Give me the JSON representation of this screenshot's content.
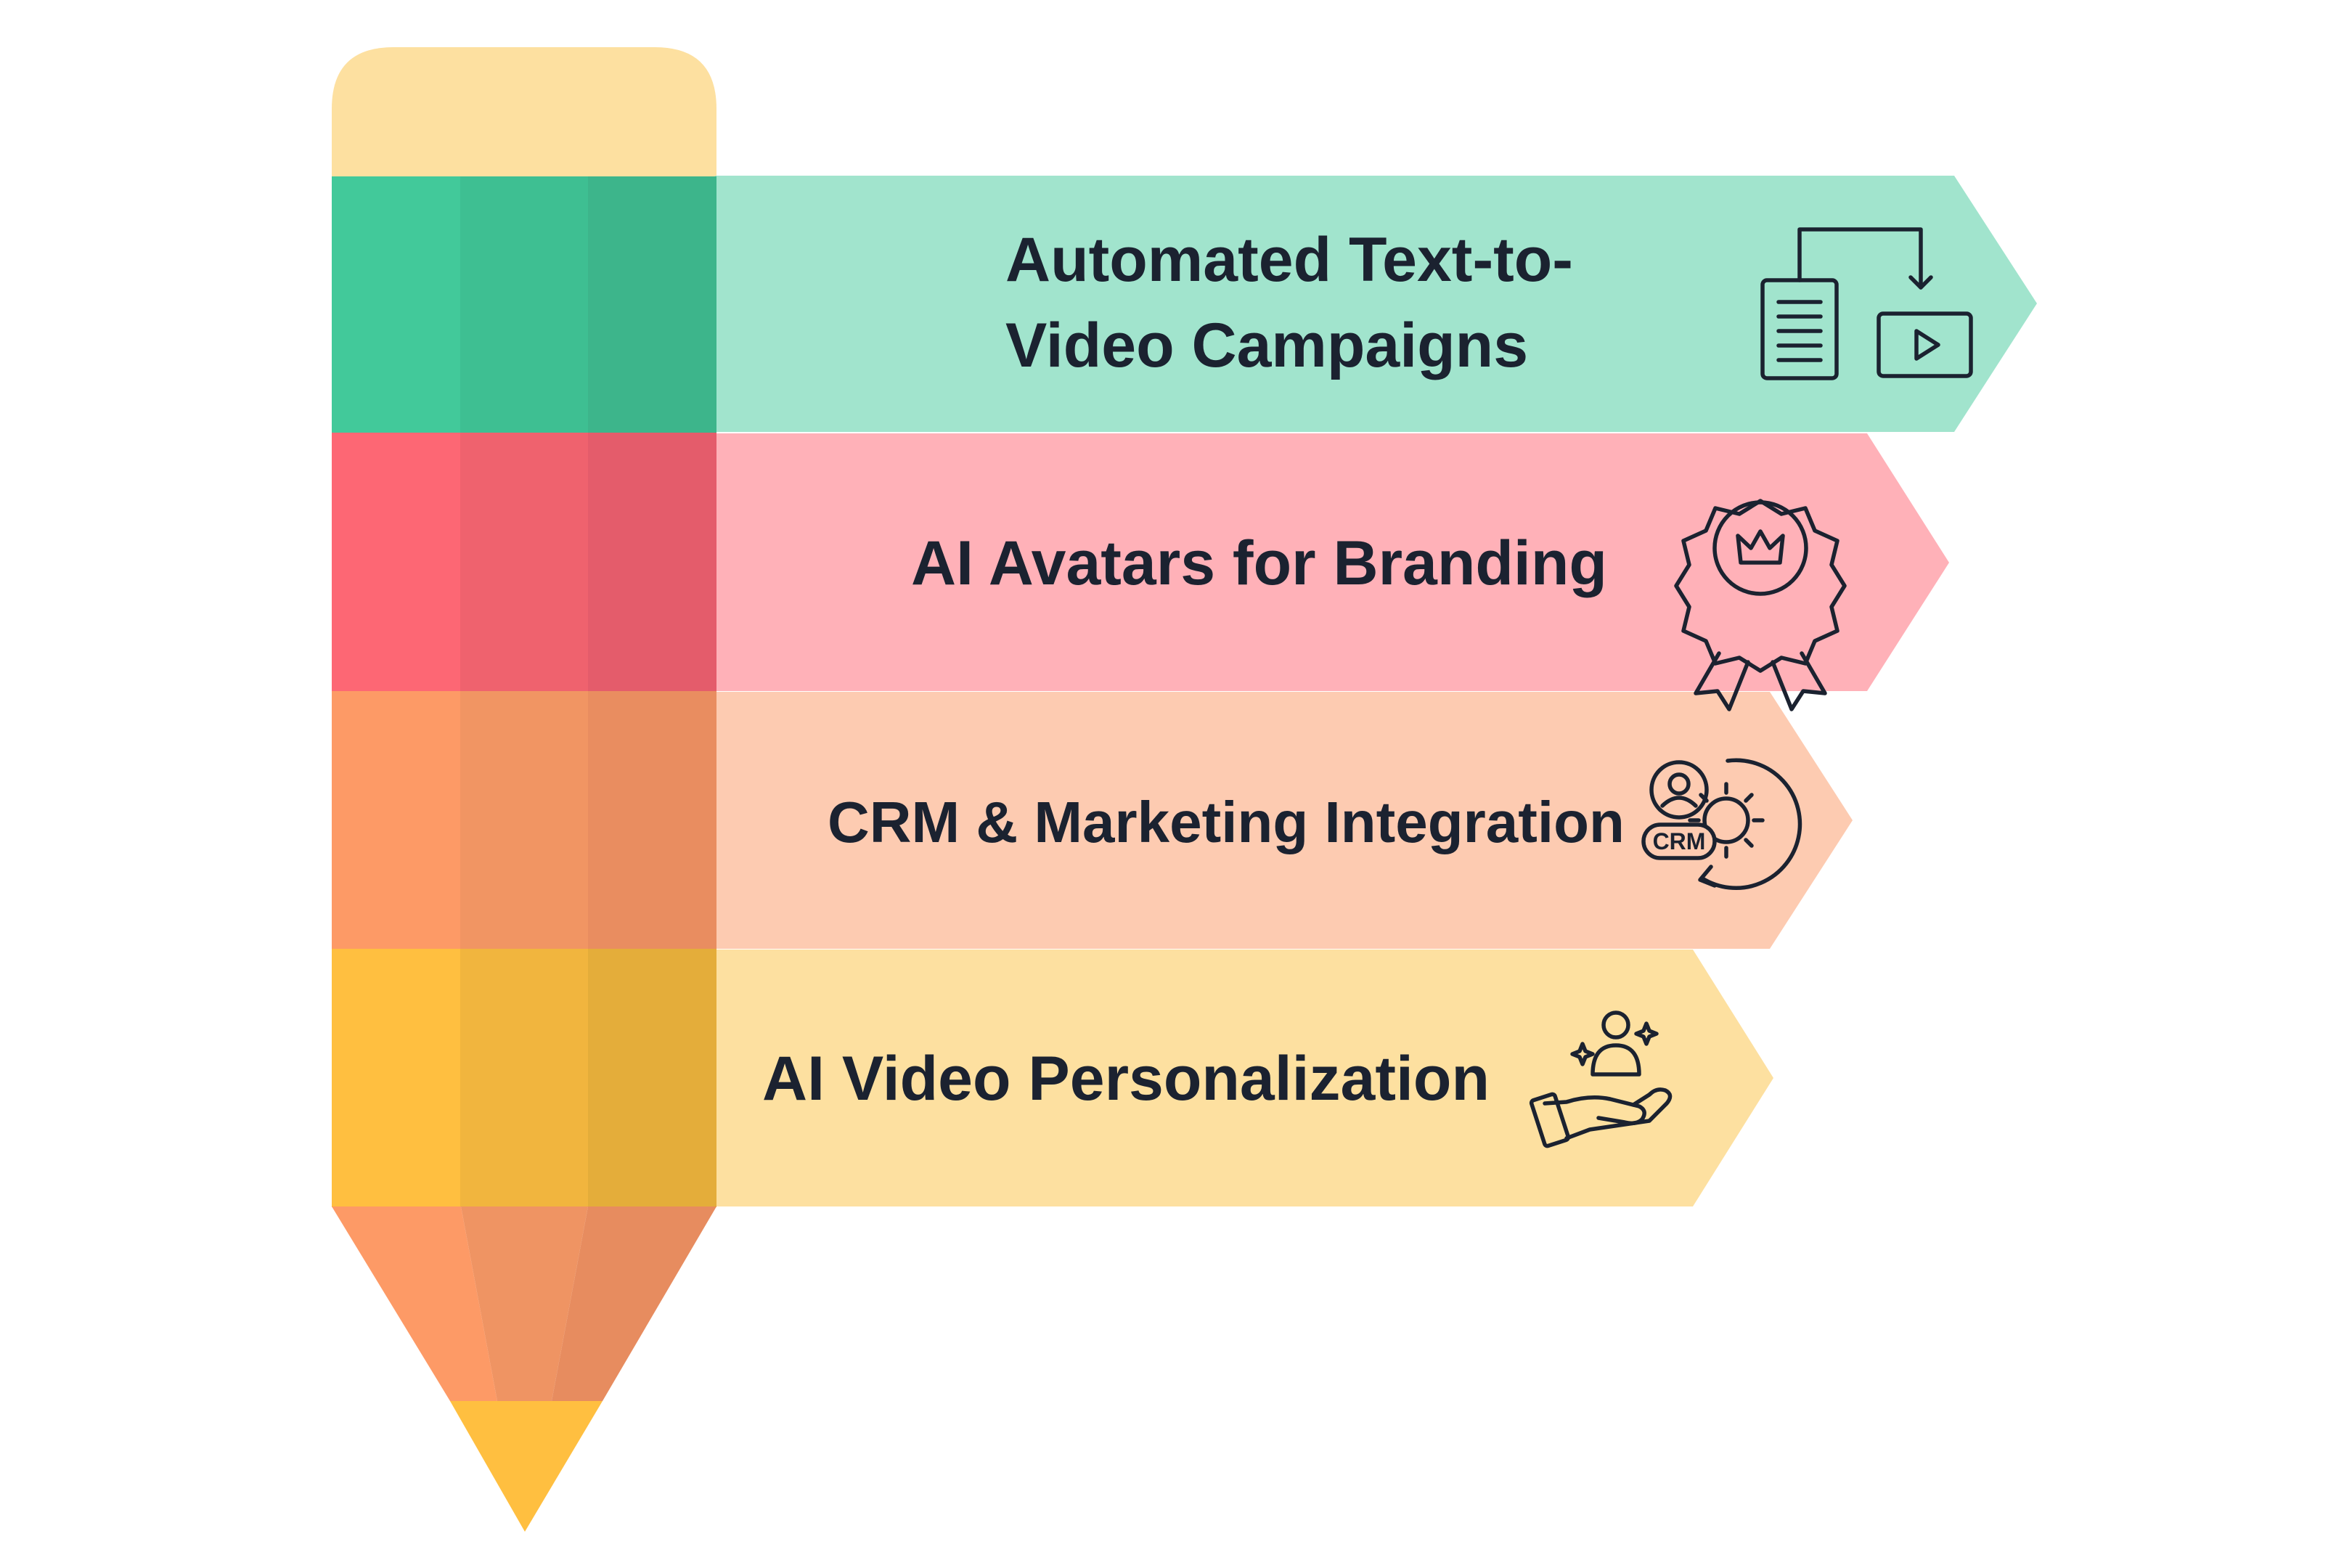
{
  "colors": {
    "eraser": "#fde0a0",
    "text": "#1b2230",
    "tip_wood": [
      "#fd9a66",
      "#ef9463",
      "#e78c5f"
    ],
    "tip_lead": "#ffbf40"
  },
  "items": [
    {
      "lines": [
        "Automated Text-to-",
        "Video Campaigns"
      ],
      "icon": "text-to-video-icon",
      "banner_color": "#a1e4cd",
      "segment_colors": [
        "#42c99a",
        "#3ebf92",
        "#3db58b"
      ]
    },
    {
      "lines": [
        "AI Avatars for Branding"
      ],
      "icon": "award-badge-crown-icon",
      "banner_color": "#ffb1b8",
      "segment_colors": [
        "#fd6774",
        "#ef626e",
        "#e45c6b"
      ]
    },
    {
      "lines": [
        "CRM & Marketing Integration"
      ],
      "icon": "crm-gear-icon",
      "banner_color": "#fdcbb1",
      "segment_colors": [
        "#fd9a66",
        "#f19563",
        "#e98d60"
      ]
    },
    {
      "lines": [
        "AI Video Personalization"
      ],
      "icon": "hand-user-sparkle-icon",
      "banner_color": "#fde0a0",
      "segment_colors": [
        "#ffbf40",
        "#f1b53e",
        "#e4ad3a"
      ]
    }
  ],
  "crm_icon_label": "CRM"
}
